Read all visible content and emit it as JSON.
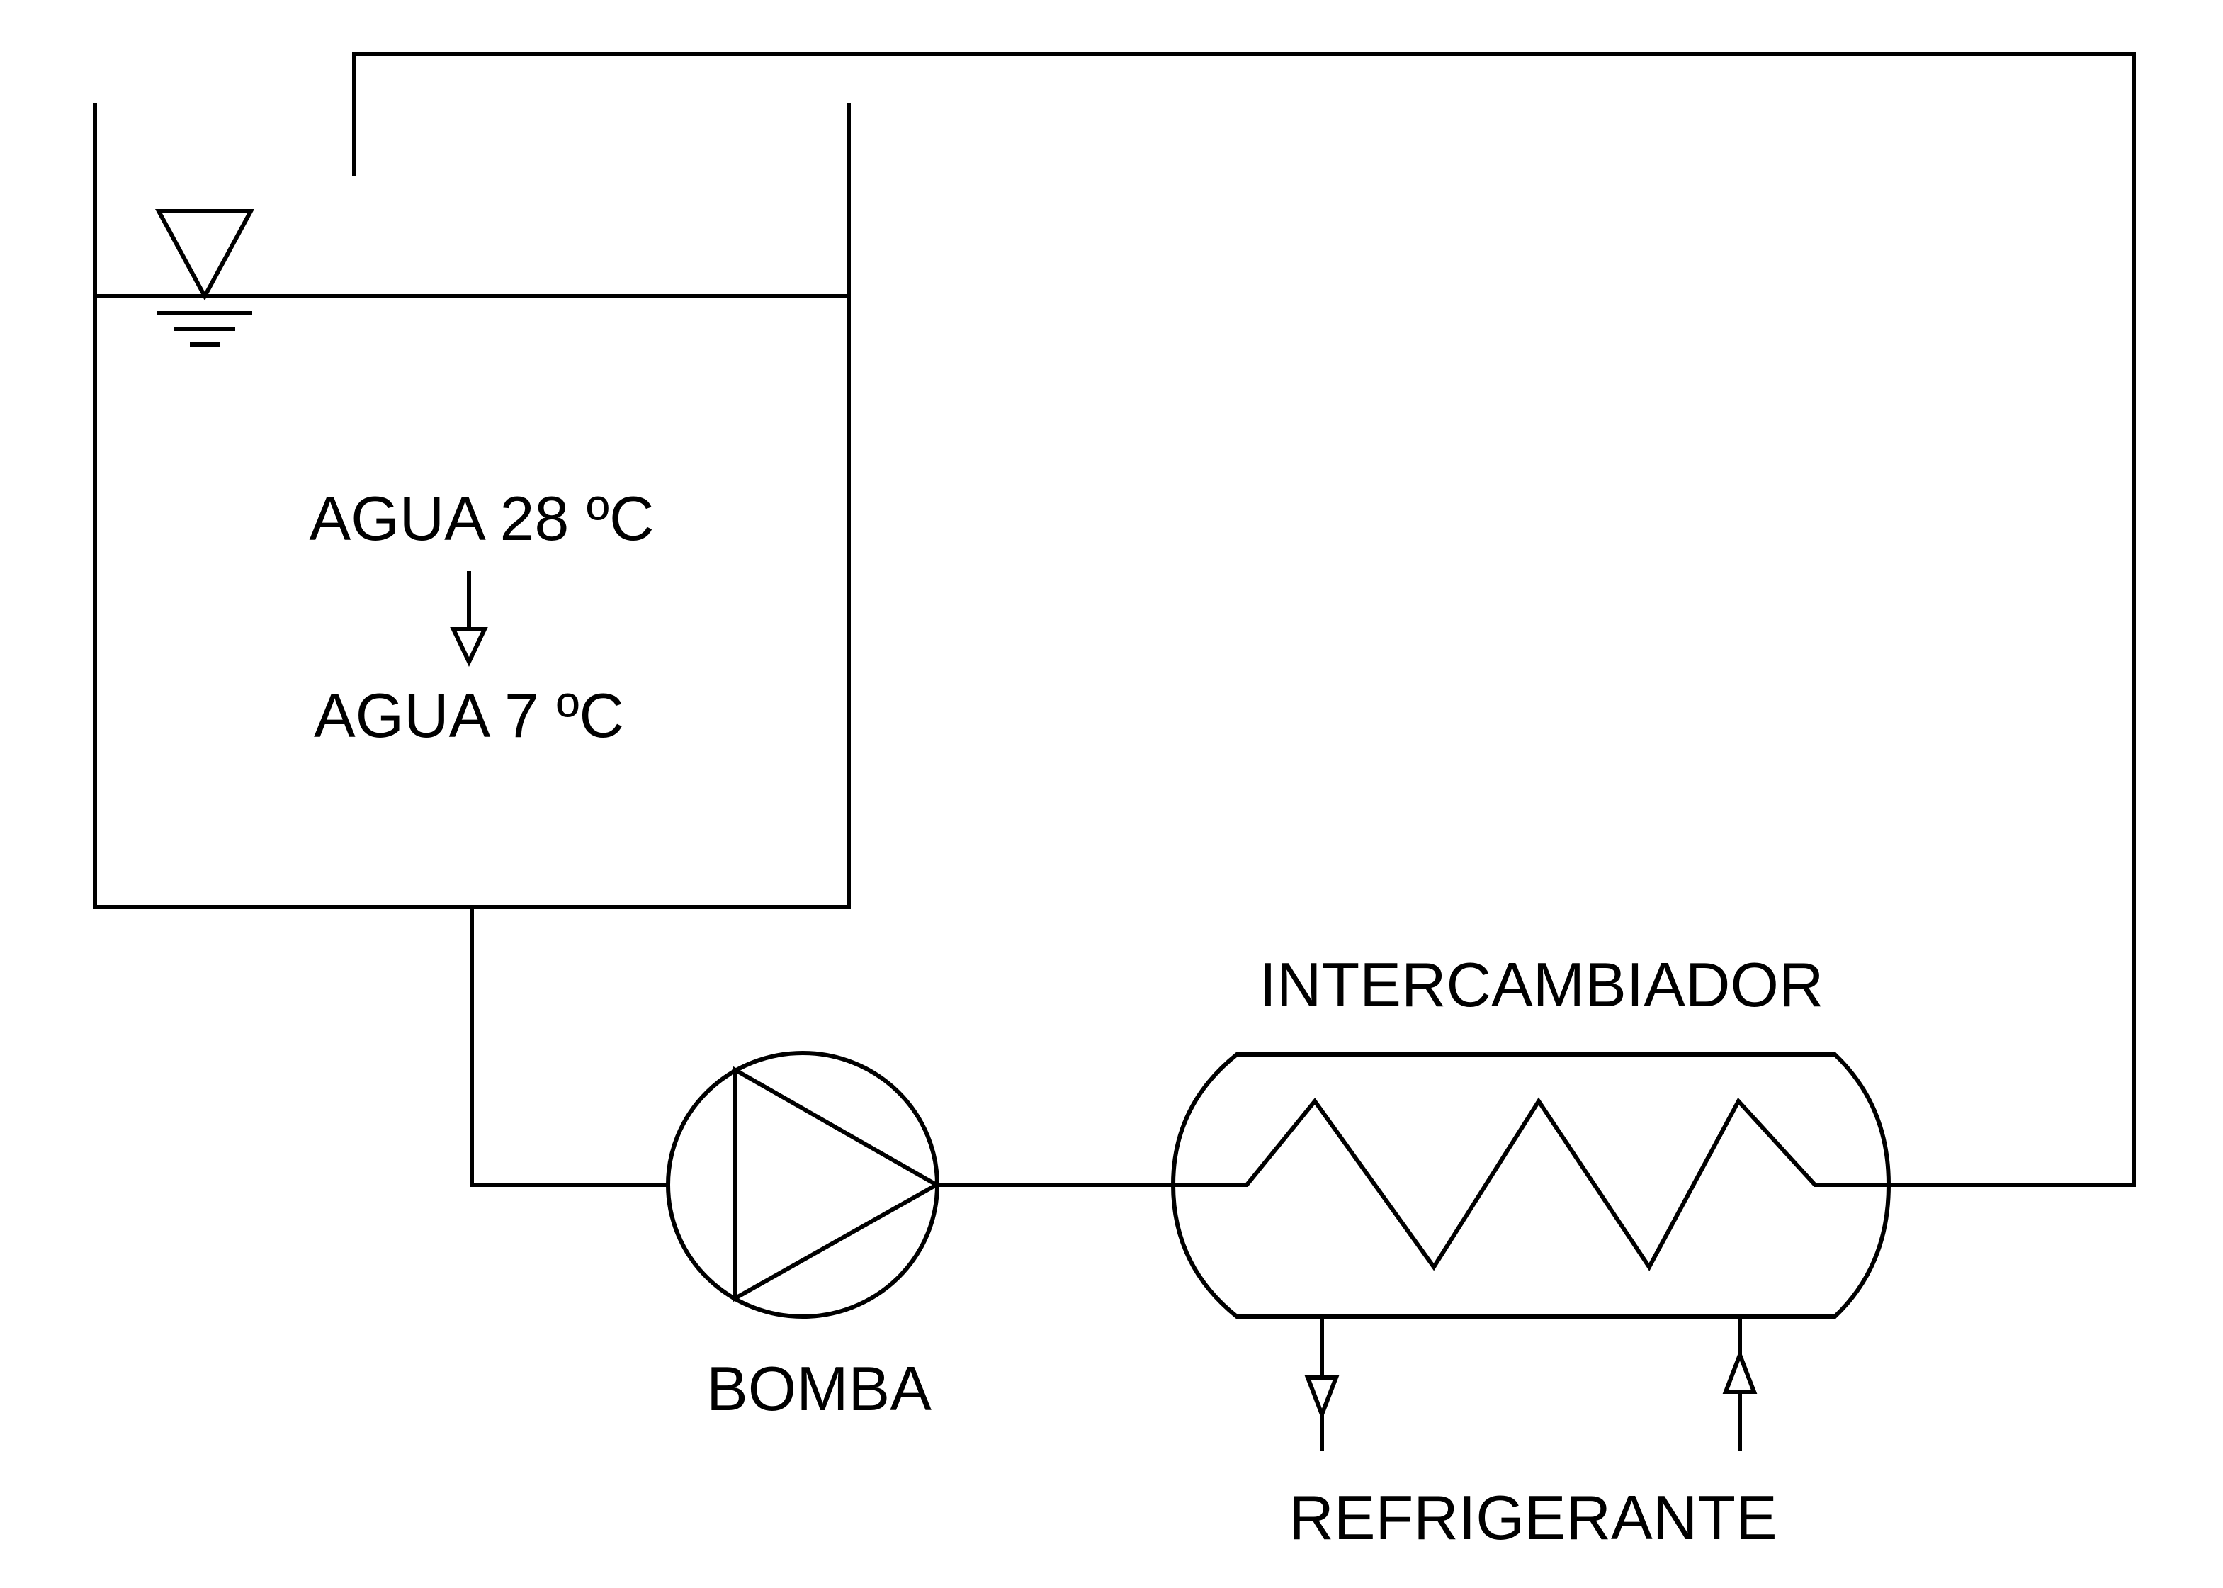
{
  "diagram": {
    "type": "process-flow",
    "tank": {
      "label_initial": "AGUA 28 ºC",
      "label_final": "AGUA 7 ºC",
      "water_level_symbol": "level-triangle"
    },
    "pump": {
      "label": "BOMBA"
    },
    "exchanger": {
      "label": "INTERCAMBIADOR",
      "coolant_label": "REFRIGERANTE"
    },
    "colors": {
      "line": "#000000",
      "background": "#ffffff"
    }
  }
}
